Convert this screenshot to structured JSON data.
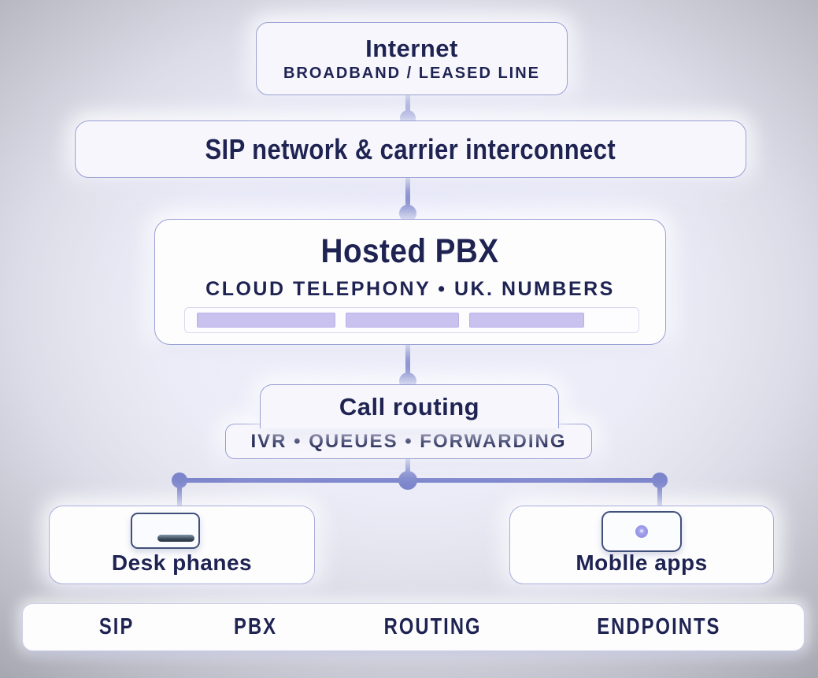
{
  "colors": {
    "text_navy": "#1e2352",
    "box_border": "#98a0d4",
    "connector": "#7b84cb",
    "bar_fill": "#c9c2ef",
    "box_fill": "#f7f6fc"
  },
  "nodes": {
    "internet": {
      "title": "Internet",
      "subtitle": "BROADBAND / LEASED LINE"
    },
    "sip": {
      "title": "SIP network & carrier interconnect"
    },
    "pbx": {
      "title": "Hosted PBX",
      "subtitle": "CLOUD TELEPHONY  •  UK. NUMBERS",
      "capacity_bars": 3
    },
    "routing": {
      "title": "Call routing",
      "subtitle": "IVR • QUEUES • FORWARDING"
    },
    "desk": {
      "label": "Desk phanes",
      "icon": "desk-phone-icon"
    },
    "mobile": {
      "label": "Moblle apps",
      "icon": "mobile-phone-icon"
    }
  },
  "legend": {
    "items": [
      "SIP",
      "PBX",
      "ROUTING",
      "ENDPOINTS"
    ]
  }
}
